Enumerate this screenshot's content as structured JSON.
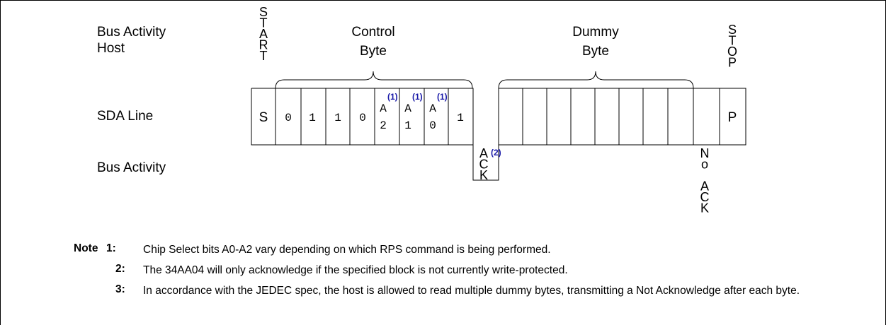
{
  "labels": {
    "bus_activity_host": [
      "Bus Activity",
      "Host"
    ],
    "sda_line": "SDA Line",
    "bus_activity": "Bus Activity",
    "control_byte": [
      "Control",
      "Byte"
    ],
    "dummy_byte": [
      "Dummy",
      "Byte"
    ],
    "start": "START",
    "stop": "STOP",
    "ack": "ACK",
    "no_ack": "No ACK"
  },
  "bits": {
    "start_symbol": "S",
    "stop_symbol": "P",
    "control_bits": [
      "0",
      "1",
      "1",
      "0"
    ],
    "chip_select": [
      {
        "letter": "A",
        "digit": "2",
        "note": "(1)"
      },
      {
        "letter": "A",
        "digit": "1",
        "note": "(1)"
      },
      {
        "letter": "A",
        "digit": "0",
        "note": "(1)"
      }
    ],
    "rw_bit": "1",
    "ack_note": "(2)"
  },
  "notes": {
    "heading": "Note",
    "items": [
      {
        "num": "1:",
        "text": "Chip Select bits A0-A2 vary depending on which RPS command is being performed."
      },
      {
        "num": "2:",
        "text": "The 34AA04 will only acknowledge if the specified block is not currently write-protected."
      },
      {
        "num": "3:",
        "text": "In accordance with the JEDEC spec, the host is allowed to read multiple dummy bytes, transmitting a Not Acknowledge after each byte."
      }
    ]
  }
}
